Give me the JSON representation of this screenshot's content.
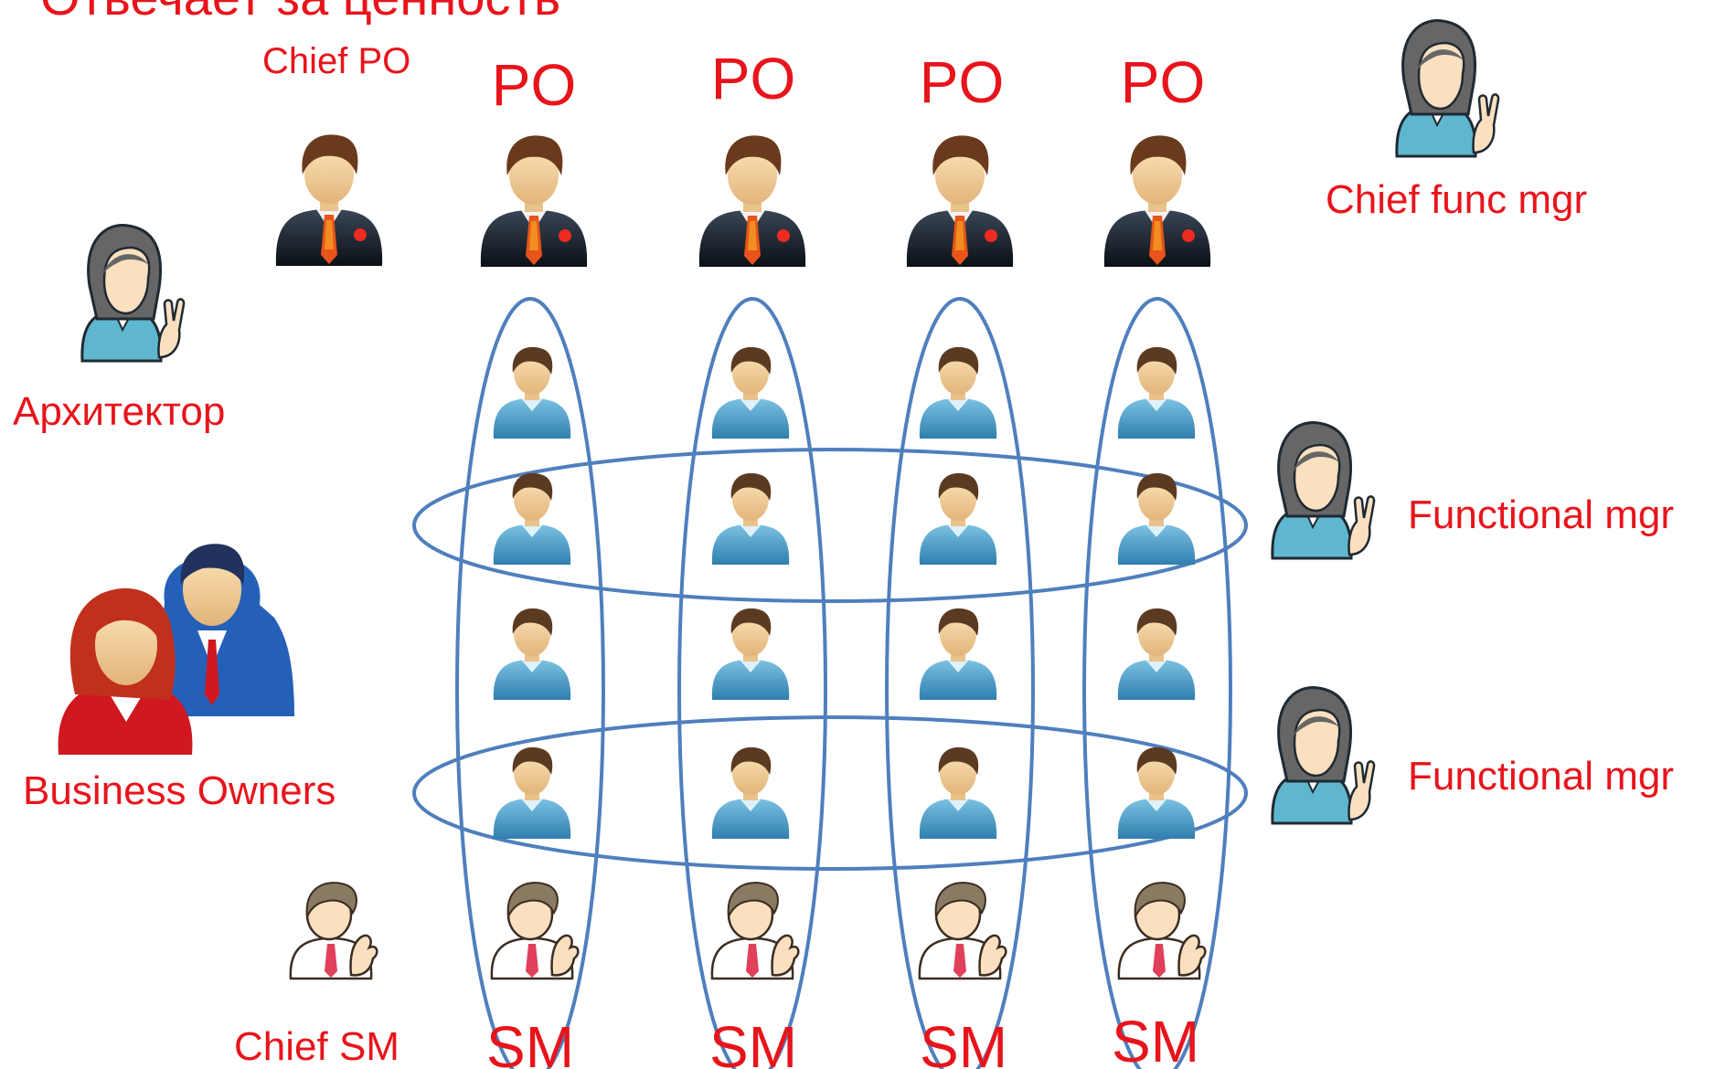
{
  "heading": "Отвечает за ценность",
  "chief_po_label": "Chief PO",
  "po_labels": [
    "PO",
    "PO",
    "PO",
    "PO"
  ],
  "sm_labels": [
    "SM",
    "SM",
    "SM",
    "SM"
  ],
  "chief_sm_label": "Chief SM",
  "chief_func_mgr_label": "Chief func mgr",
  "architect_label": "Архитектор",
  "business_owners_label": "Business Owners",
  "functional_mgr_labels": [
    "Functional mgr",
    "Functional mgr"
  ],
  "colors": {
    "label_red": "#e8141b",
    "ring_blue": "#4f7fbd",
    "member_shirt": "#4fa0c8",
    "po_suit": "#1c2530",
    "tie": "#e8541b",
    "manager_hair": "#666666",
    "manager_shirt": "#5fb7cf",
    "business_owner_red": "#d01820",
    "business_owner_blue": "#2560b8",
    "sm_hair": "#8a7a62"
  },
  "icons": {
    "product_owner": "businessman-icon",
    "team_member": "user-icon",
    "scrum_master": "waving-manager-icon",
    "functional_manager": "woman-victory-sign-icon",
    "business_owners": "business-couple-icon"
  }
}
